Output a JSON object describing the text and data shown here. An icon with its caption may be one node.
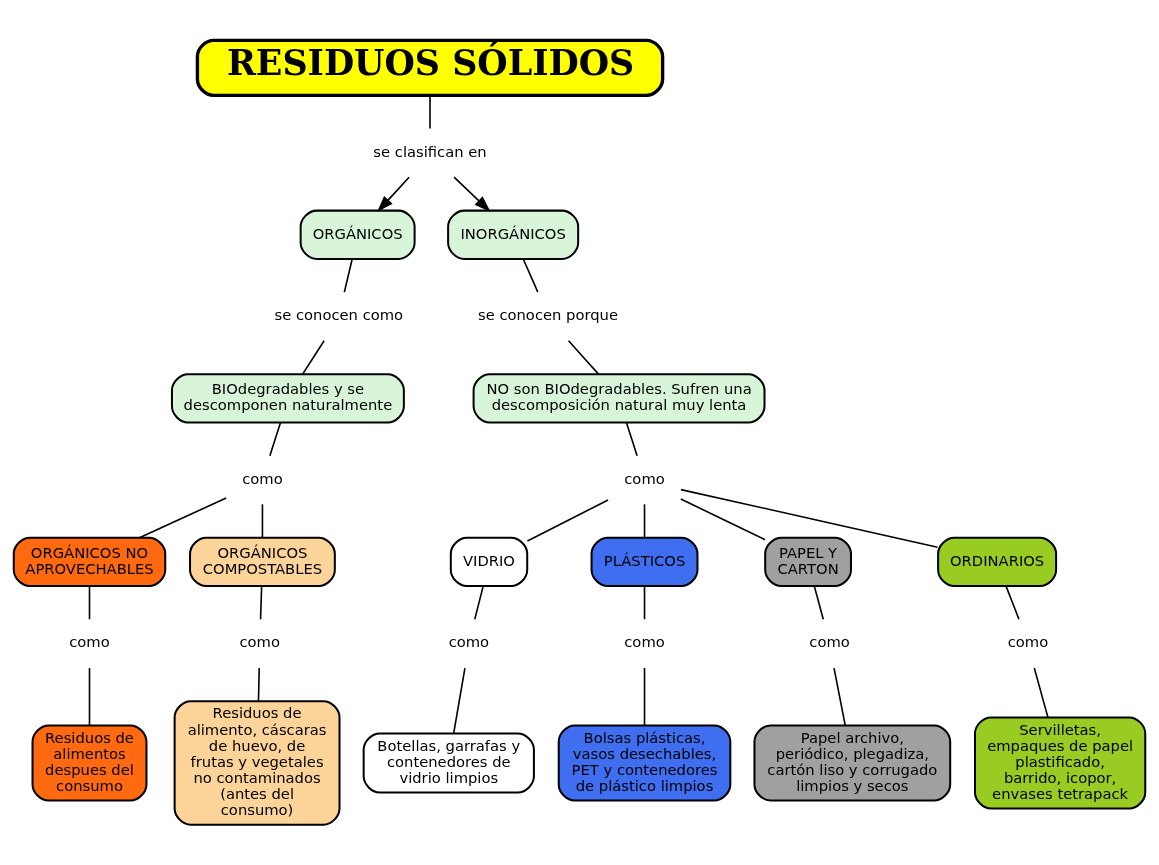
{
  "diagram": {
    "nodes": [
      {
        "text": [
          "RESIDUOS SÓLIDOS"
        ]
      },
      {
        "text": [
          "se clasifican en"
        ]
      },
      {
        "text": [
          "ORGÁNICOS"
        ]
      },
      {
        "text": [
          "INORGÁNICOS"
        ]
      },
      {
        "text": [
          "se conocen como"
        ]
      },
      {
        "text": [
          "se conocen porque"
        ]
      },
      {
        "text": [
          "BIOdegradables y se descomponen naturalmente"
        ]
      },
      {
        "text": [
          "NO son BIOdegradables. Sufren una descomposición natural muy lenta"
        ]
      },
      {
        "text": [
          "como"
        ]
      },
      {
        "text": [
          "como"
        ]
      },
      {
        "text": [
          "ORGÁNICOS NO APROVECHABLES"
        ]
      },
      {
        "text": [
          "ORGÁNICOS COMPOSTABLES"
        ]
      },
      {
        "text": [
          "VIDRIO"
        ]
      },
      {
        "text": [
          "PLÁSTICOS"
        ]
      },
      {
        "text": [
          "PAPEL Y CARTON"
        ]
      },
      {
        "text": [
          "ORDINARIOS"
        ]
      },
      {
        "text": [
          "como"
        ]
      },
      {
        "text": [
          "como"
        ]
      },
      {
        "text": [
          "como"
        ]
      },
      {
        "text": [
          "como"
        ]
      },
      {
        "text": [
          "como"
        ]
      },
      {
        "text": [
          "como"
        ]
      },
      {
        "text": [
          "Residuos de alimentos despues del consumo"
        ]
      },
      {
        "text": [
          "Residuos de alimento, cáscaras de huevo, de frutas y vegetales no contaminados (antes del consumo)"
        ]
      },
      {
        "text": [
          "Botellas, garrafas y contenedores de vidrio limpios"
        ]
      },
      {
        "text": [
          "Bolsas plásticas, vasos desechables, PET y contenedores de plástico limpios"
        ]
      },
      {
        "text": [
          "Papel archivo, periódico, plegadiza, cartón liso y corrugado limpios y secos"
        ]
      },
      {
        "text": [
          "Servilletas, empaques de papel plastificado, barrido, icopor, envases tetrapack"
        ]
      }
    ],
    "edges": [
      {
        "from": 0,
        "to": 1,
        "arrow": "none"
      },
      {
        "from": 1,
        "to": 2,
        "arrow": "to"
      },
      {
        "from": 1,
        "to": 3,
        "arrow": "to"
      },
      {
        "from": 2,
        "to": 4,
        "arrow": "none"
      },
      {
        "from": 4,
        "to": 6,
        "arrow": "none"
      },
      {
        "from": 3,
        "to": 5,
        "arrow": "none"
      },
      {
        "from": 5,
        "to": 7,
        "arrow": "none"
      },
      {
        "from": 6,
        "to": 8,
        "arrow": "none"
      },
      {
        "from": 7,
        "to": 9,
        "arrow": "none"
      },
      {
        "from": 8,
        "to": 10,
        "arrow": "none"
      },
      {
        "from": 8,
        "to": 11,
        "arrow": "none"
      },
      {
        "from": 9,
        "to": 12,
        "arrow": "none"
      },
      {
        "from": 9,
        "to": 13,
        "arrow": "none"
      },
      {
        "from": 9,
        "to": 14,
        "arrow": "none"
      },
      {
        "from": 9,
        "to": 15,
        "arrow": "none"
      },
      {
        "from": 10,
        "to": 16,
        "arrow": "none"
      },
      {
        "from": 16,
        "to": 22,
        "arrow": "none"
      },
      {
        "from": 11,
        "to": 17,
        "arrow": "none"
      },
      {
        "from": 17,
        "to": 23,
        "arrow": "none"
      },
      {
        "from": 12,
        "to": 18,
        "arrow": "none"
      },
      {
        "from": 18,
        "to": 24,
        "arrow": "none"
      },
      {
        "from": 13,
        "to": 19,
        "arrow": "none"
      },
      {
        "from": 19,
        "to": 25,
        "arrow": "none"
      },
      {
        "from": 14,
        "to": 20,
        "arrow": "none"
      },
      {
        "from": 20,
        "to": 26,
        "arrow": "none"
      },
      {
        "from": 15,
        "to": 21,
        "arrow": "none"
      },
      {
        "from": 21,
        "to": 27,
        "arrow": "none"
      }
    ]
  }
}
